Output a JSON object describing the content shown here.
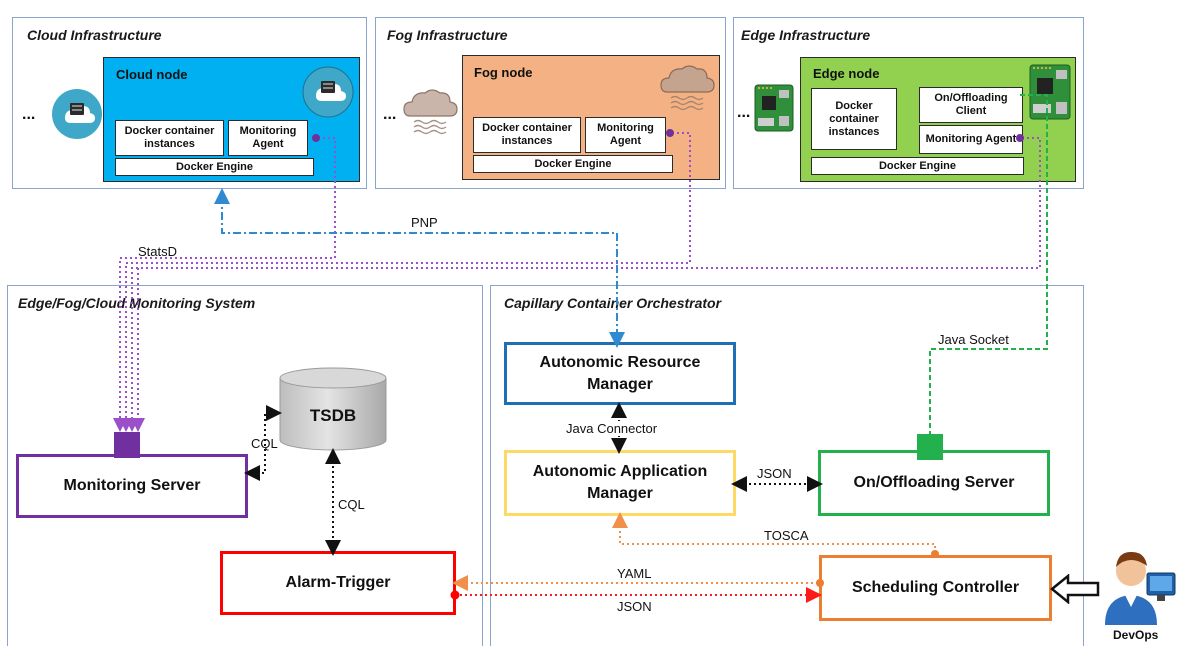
{
  "infrastructure": {
    "cloud": {
      "title": "Cloud Infrastructure",
      "ellipsis": "...",
      "node_title": "Cloud node",
      "docker_instances": "Docker container instances",
      "monitoring_agent": "Monitoring Agent",
      "docker_engine": "Docker Engine",
      "node_color": "#00b0f0"
    },
    "fog": {
      "title": "Fog Infrastructure",
      "ellipsis": "...",
      "node_title": "Fog node",
      "docker_instances": "Docker container instances",
      "monitoring_agent": "Monitoring Agent",
      "docker_engine": "Docker Engine",
      "node_color": "#f4b183"
    },
    "edge": {
      "title": "Edge Infrastructure",
      "ellipsis": "...",
      "node_title": "Edge node",
      "docker_instances": "Docker container instances",
      "offloading_client": "On/Offloading Client",
      "monitoring_agent": "Monitoring Agent",
      "docker_engine": "Docker Engine",
      "node_color": "#92d050"
    }
  },
  "monitoring_system": {
    "title": "Edge/Fog/Cloud Monitoring System",
    "tsdb": "TSDB",
    "monitoring_server": "Monitoring Server",
    "alarm_trigger": "Alarm-Trigger"
  },
  "orchestrator": {
    "title": "Capillary Container Orchestrator",
    "resource_manager": "Autonomic Resource Manager",
    "application_manager": "Autonomic Application Manager",
    "offloading_server": "On/Offloading Server",
    "scheduling_controller": "Scheduling Controller"
  },
  "actor": {
    "label": "DevOps"
  },
  "connections": {
    "pnp": "PNP",
    "statsd": "StatsD",
    "java_socket": "Java Socket",
    "java_connector": "Java Connector",
    "json_app_offload": "JSON",
    "cql_server_tsdb": "CQL",
    "cql_tsdb_alarm": "CQL",
    "tosca": "TOSCA",
    "yaml": "YAML",
    "json_alarm_sched": "JSON"
  },
  "colors": {
    "panel_border": "#8aa4cc",
    "statsd_purple": "#9b4fc9",
    "pnp_blue": "#2e8bd1",
    "socket_green": "#22b14c",
    "tosca_orange": "#f0904a",
    "json_red": "#ff1a1a",
    "resource_manager_border": "#1f6fb5",
    "application_manager_border": "#ffd966",
    "offloading_server_border": "#22b14c",
    "monitoring_server_border": "#7030a0",
    "alarm_trigger_border": "#ff0000",
    "scheduling_controller_border": "#ed7d31"
  }
}
